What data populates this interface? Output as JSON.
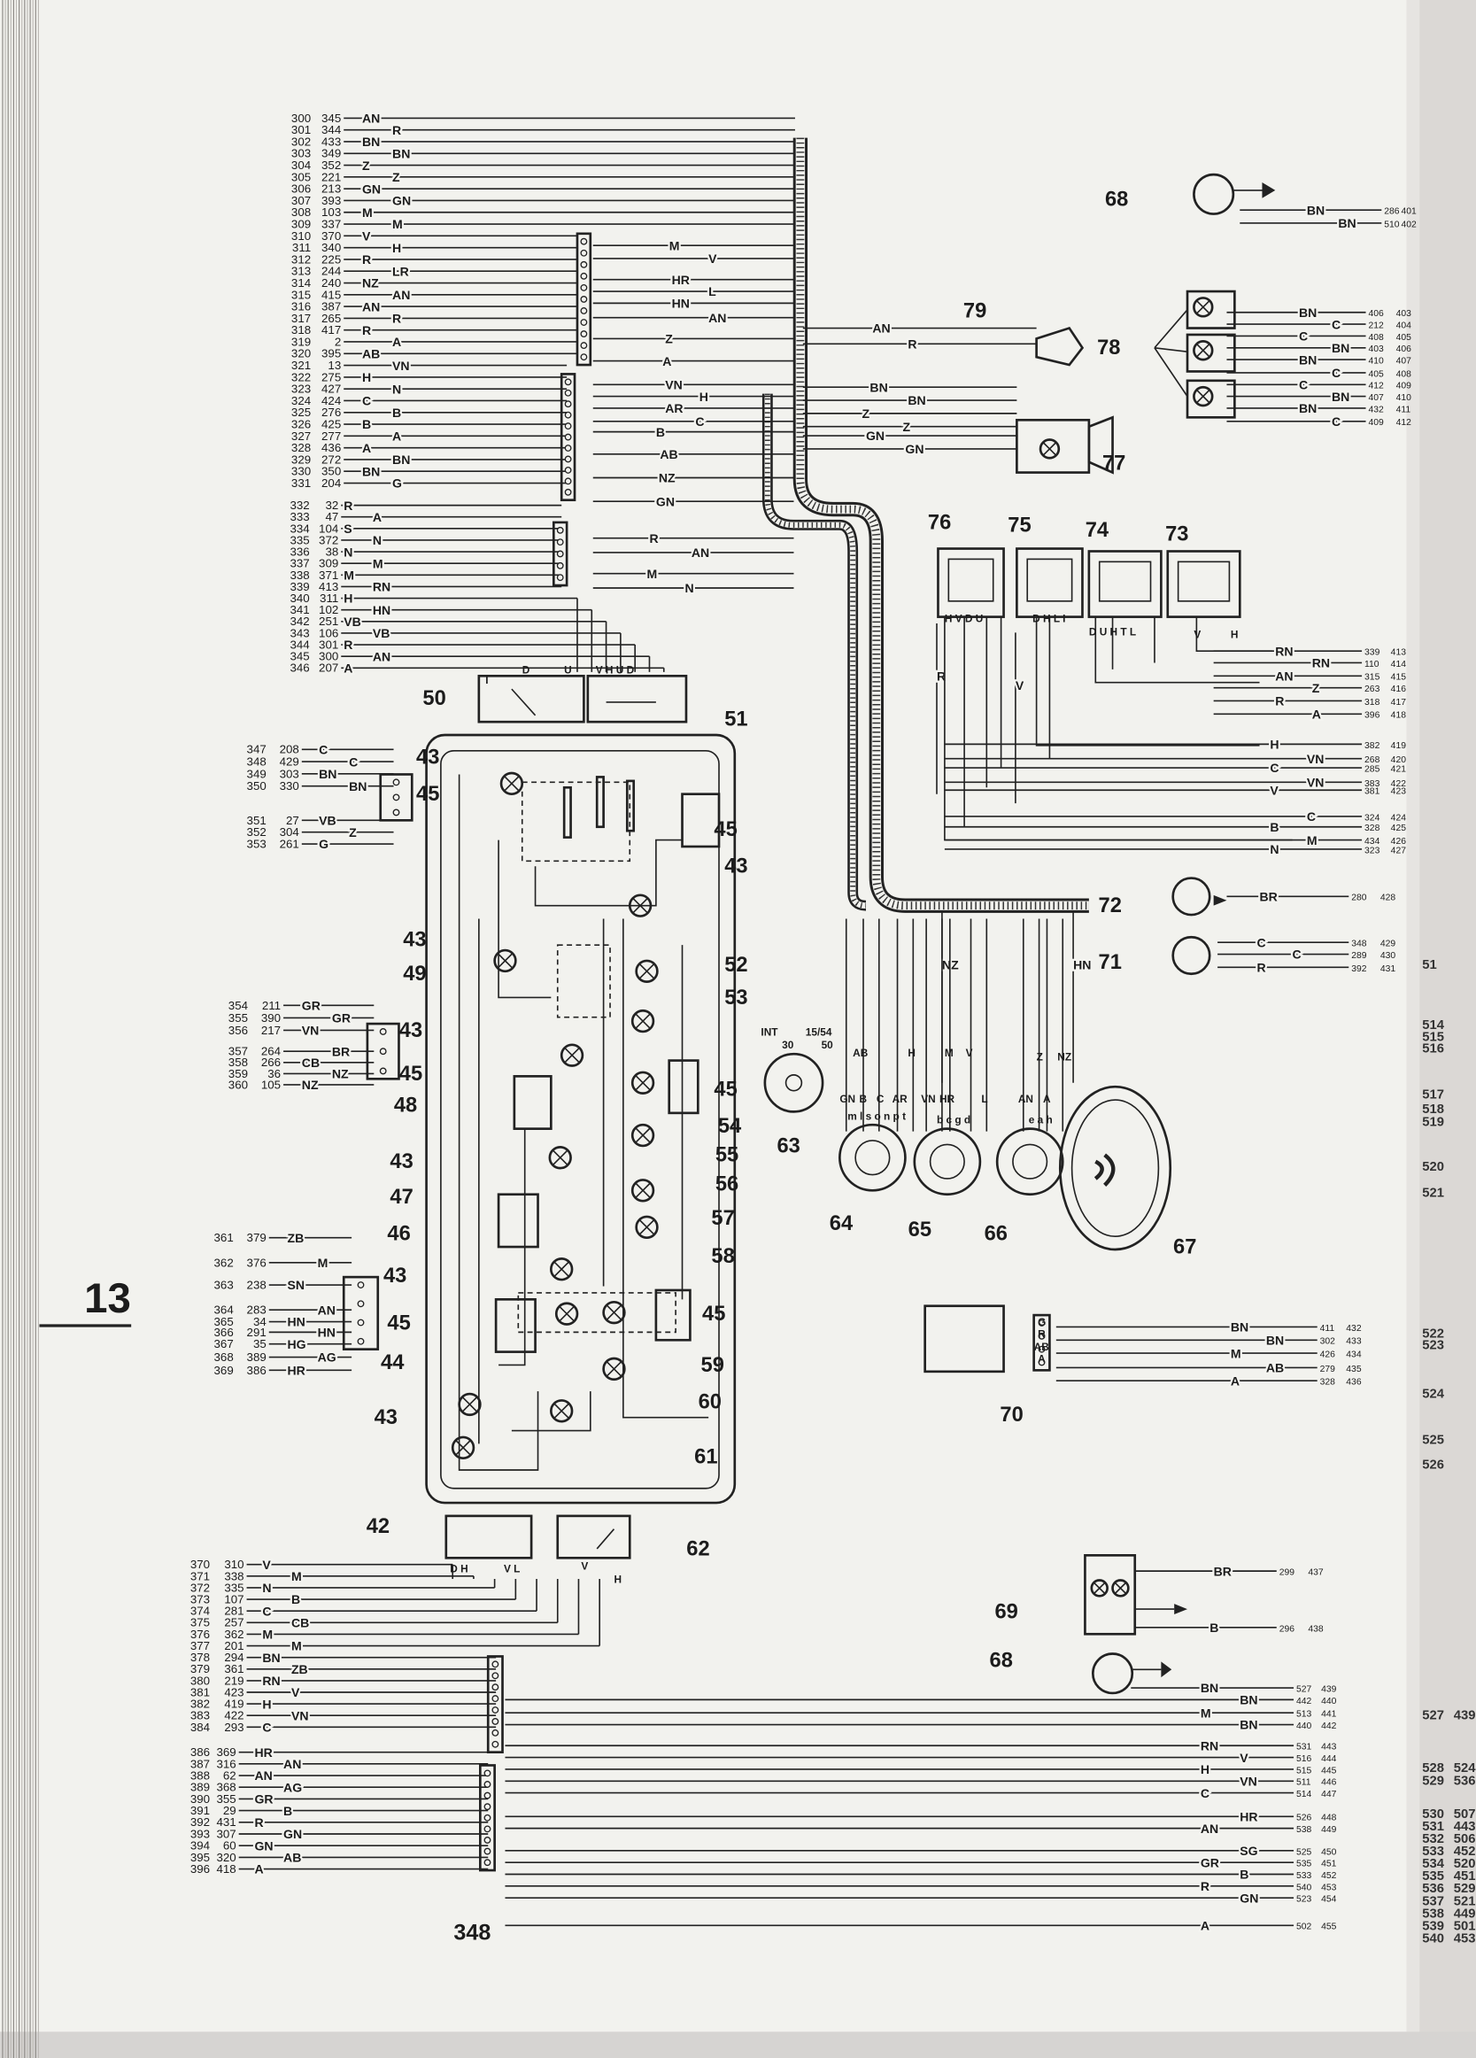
{
  "page": {
    "number": "348",
    "chapter_tab": "13"
  },
  "left_wires": {
    "a": [
      [
        "300",
        "345",
        "AN"
      ],
      [
        "301",
        "344",
        "R"
      ],
      [
        "302",
        "433",
        "BN"
      ],
      [
        "303",
        "349",
        "BN"
      ],
      [
        "304",
        "352",
        "Z"
      ],
      [
        "305",
        "221",
        "Z"
      ],
      [
        "306",
        "213",
        "GN"
      ],
      [
        "307",
        "393",
        "GN"
      ],
      [
        "308",
        "103",
        "M"
      ],
      [
        "309",
        "337",
        "M"
      ],
      [
        "310",
        "370",
        "V"
      ],
      [
        "311",
        "340",
        "H"
      ],
      [
        "312",
        "225",
        "R"
      ],
      [
        "313",
        "244",
        "LR"
      ],
      [
        "314",
        "240",
        "NZ"
      ],
      [
        "315",
        "415",
        "AN"
      ],
      [
        "316",
        "387",
        "AN"
      ],
      [
        "317",
        "265",
        "R"
      ],
      [
        "318",
        "417",
        "R"
      ],
      [
        "319",
        "2",
        "A"
      ],
      [
        "320",
        "395",
        "AB"
      ],
      [
        "321",
        "13",
        "VN"
      ],
      [
        "322",
        "275",
        "H"
      ],
      [
        "323",
        "427",
        "N"
      ],
      [
        "324",
        "424",
        "C"
      ],
      [
        "325",
        "276",
        "B"
      ],
      [
        "326",
        "425",
        "B"
      ],
      [
        "327",
        "277",
        "A"
      ],
      [
        "328",
        "436",
        "A"
      ],
      [
        "329",
        "272",
        "BN"
      ],
      [
        "330",
        "350",
        "BN"
      ],
      [
        "331",
        "204",
        "G"
      ]
    ],
    "b": [
      [
        "332",
        "32",
        "R"
      ],
      [
        "333",
        "47",
        "A"
      ],
      [
        "334",
        "104",
        "S"
      ],
      [
        "335",
        "372",
        "N"
      ],
      [
        "336",
        "38",
        "N"
      ],
      [
        "337",
        "309",
        "M"
      ],
      [
        "338",
        "371",
        "M"
      ],
      [
        "339",
        "413",
        "RN"
      ],
      [
        "340",
        "311",
        "H"
      ],
      [
        "341",
        "102",
        "HN"
      ],
      [
        "342",
        "251",
        "VB"
      ],
      [
        "343",
        "106",
        "VB"
      ],
      [
        "344",
        "301",
        "R"
      ],
      [
        "345",
        "300",
        "AN"
      ],
      [
        "346",
        "207",
        "A"
      ]
    ],
    "c": [
      [
        "347",
        "208",
        "C"
      ],
      [
        "348",
        "429",
        "C"
      ],
      [
        "349",
        "303",
        "BN"
      ],
      [
        "350",
        "330",
        "BN"
      ],
      [
        "351",
        "27",
        "VB"
      ],
      [
        "352",
        "304",
        "Z"
      ],
      [
        "353",
        "261",
        "G"
      ]
    ],
    "d": [
      [
        "354",
        "211",
        "GR"
      ],
      [
        "355",
        "390",
        "GR"
      ],
      [
        "356",
        "217",
        "VN"
      ],
      [
        "357",
        "264",
        "BR"
      ],
      [
        "358",
        "266",
        "CB"
      ],
      [
        "359",
        "36",
        "NZ"
      ],
      [
        "360",
        "105",
        "NZ"
      ]
    ],
    "e": [
      [
        "361",
        "379",
        "ZB"
      ],
      [
        "362",
        "376",
        "M"
      ],
      [
        "363",
        "238",
        "SN"
      ],
      [
        "364",
        "283",
        "AN"
      ],
      [
        "365",
        "34",
        "HN"
      ],
      [
        "366",
        "291",
        "HN"
      ],
      [
        "367",
        "35",
        "HG"
      ],
      [
        "368",
        "389",
        "AG"
      ],
      [
        "369",
        "386",
        "HR"
      ]
    ],
    "f": [
      [
        "370",
        "310",
        "V"
      ],
      [
        "371",
        "338",
        "M"
      ],
      [
        "372",
        "335",
        "N"
      ],
      [
        "373",
        "107",
        "B"
      ],
      [
        "374",
        "281",
        "C"
      ],
      [
        "375",
        "257",
        "CB"
      ],
      [
        "376",
        "362",
        "M"
      ],
      [
        "377",
        "201",
        "M"
      ],
      [
        "378",
        "294",
        "BN"
      ],
      [
        "379",
        "361",
        "ZB"
      ],
      [
        "380",
        "219",
        "RN"
      ],
      [
        "381",
        "423",
        "V"
      ],
      [
        "382",
        "419",
        "H"
      ],
      [
        "383",
        "422",
        "VN"
      ],
      [
        "384",
        "293",
        "C"
      ]
    ],
    "g": [
      [
        "386",
        "369",
        "HR"
      ],
      [
        "387",
        "316",
        "AN"
      ],
      [
        "388",
        "62",
        "AN"
      ],
      [
        "389",
        "368",
        "AG"
      ],
      [
        "390",
        "355",
        "GR"
      ],
      [
        "391",
        "29",
        "B"
      ],
      [
        "392",
        "431",
        "R"
      ],
      [
        "393",
        "307",
        "GN"
      ],
      [
        "394",
        "60",
        "GN"
      ],
      [
        "395",
        "320",
        "AB"
      ],
      [
        "396",
        "418",
        "A"
      ]
    ]
  },
  "right_wires": {
    "horn_68_top": [
      [
        "BN",
        "286",
        "401"
      ],
      [
        "BN",
        "510",
        "402"
      ]
    ],
    "lamps_78": [
      [
        "BN",
        "406",
        "403"
      ],
      [
        "C",
        "212",
        "404"
      ],
      [
        "C",
        "408",
        "405"
      ],
      [
        "BN",
        "403",
        "406"
      ],
      [
        "BN",
        "410",
        "407"
      ],
      [
        "C",
        "405",
        "408"
      ],
      [
        "C",
        "412",
        "409"
      ],
      [
        "BN",
        "407",
        "410"
      ],
      [
        "BN",
        "432",
        "411"
      ],
      [
        "C",
        "409",
        "412"
      ]
    ],
    "switches_73": [
      [
        "RN",
        "339",
        "413"
      ],
      [
        "RN",
        "110",
        "414"
      ],
      [
        "AN",
        "315",
        "415"
      ],
      [
        "Z",
        "263",
        "416"
      ],
      [
        "R",
        "318",
        "417"
      ],
      [
        "A",
        "396",
        "418"
      ]
    ],
    "switches_mid": [
      [
        "H",
        "382",
        "419"
      ],
      [
        "VN",
        "268",
        "420"
      ],
      [
        "C",
        "285",
        "421"
      ],
      [
        "VN",
        "383",
        "422"
      ],
      [
        "V",
        "381",
        "423"
      ],
      [
        "C",
        "324",
        "424"
      ],
      [
        "B",
        "328",
        "425"
      ],
      [
        "M",
        "434",
        "426"
      ],
      [
        "N",
        "323",
        "427"
      ]
    ],
    "unit_72": [
      [
        "BR",
        "280",
        "428"
      ]
    ],
    "unit_71": [
      [
        "C",
        "348",
        "429"
      ],
      [
        "C",
        "289",
        "430"
      ],
      [
        "R",
        "392",
        "431"
      ]
    ],
    "unit_70": [
      [
        "BN",
        "411",
        "432"
      ],
      [
        "BN",
        "302",
        "433"
      ],
      [
        "M",
        "426",
        "434"
      ],
      [
        "AB",
        "279",
        "435"
      ],
      [
        "A",
        "328",
        "436"
      ]
    ],
    "unit_69": [
      [
        "BR",
        "299",
        "437"
      ],
      [
        "B",
        "296",
        "438"
      ]
    ],
    "bottom": [
      [
        "BN",
        "527",
        "439"
      ],
      [
        "BN",
        "442",
        "440"
      ],
      [
        "M",
        "513",
        "441"
      ],
      [
        "BN",
        "440",
        "442"
      ],
      [
        "RN",
        "531",
        "443"
      ],
      [
        "V",
        "516",
        "444"
      ],
      [
        "H",
        "515",
        "445"
      ],
      [
        "VN",
        "511",
        "446"
      ],
      [
        "C",
        "514",
        "447"
      ],
      [
        "HR",
        "526",
        "448"
      ],
      [
        "AN",
        "538",
        "449"
      ],
      [
        "SG",
        "525",
        "450"
      ],
      [
        "GR",
        "535",
        "451"
      ],
      [
        "B",
        "533",
        "452"
      ],
      [
        "R",
        "540",
        "453"
      ],
      [
        "GN",
        "523",
        "454"
      ],
      [
        "A",
        "502",
        "455"
      ]
    ]
  },
  "harness_labels": [
    "M",
    "V",
    "HR",
    "L",
    "HN",
    "AN",
    "Z",
    "A",
    "VN",
    "H",
    "AR",
    "C",
    "B",
    "AB",
    "NZ",
    "GN",
    "R",
    "AN",
    "M",
    "N",
    "AN",
    "R",
    "BN",
    "BN",
    "Z",
    "Z",
    "GN",
    "GN",
    "R",
    "V",
    "NZ",
    "HN"
  ],
  "components": [
    "68",
    "79",
    "78",
    "77",
    "76",
    "75",
    "74",
    "73",
    "50",
    "51",
    "43",
    "45",
    "45",
    "43",
    "43",
    "49",
    "52",
    "53",
    "43",
    "45",
    "48",
    "45",
    "54",
    "55",
    "56",
    "57",
    "58",
    "43",
    "47",
    "46",
    "43",
    "45",
    "45",
    "44",
    "59",
    "60",
    "43",
    "61",
    "42",
    "62",
    "63",
    "64",
    "65",
    "66",
    "67",
    "72",
    "71",
    "70",
    "69",
    "68"
  ],
  "pin_labels": [
    "INT",
    "30",
    "15/54",
    "50",
    "GN",
    "B",
    "AB",
    "C",
    "AR",
    "H",
    "VN",
    "m l s o n p t",
    "HR",
    "M",
    "V",
    "L",
    "b c g d",
    "AN",
    "Z",
    "A",
    "NZ",
    "e a h",
    "H V D U",
    "D H L I",
    "D U H T L",
    "V",
    "H",
    "I",
    "D",
    "U",
    "V H U D",
    "D H",
    "V L",
    "V",
    "H",
    "G",
    "R",
    "AB",
    "A"
  ],
  "facing_page_refs": [
    [
      "51",
      ""
    ],
    [
      "514",
      ""
    ],
    [
      "515",
      ""
    ],
    [
      "516",
      ""
    ],
    [
      "517",
      ""
    ],
    [
      "518",
      ""
    ],
    [
      "519",
      ""
    ],
    [
      "520",
      ""
    ],
    [
      "521",
      ""
    ],
    [
      "522",
      ""
    ],
    [
      "523",
      ""
    ],
    [
      "524",
      ""
    ],
    [
      "525",
      ""
    ],
    [
      "526",
      ""
    ],
    [
      "527",
      "439"
    ],
    [
      "528",
      "524"
    ],
    [
      "529",
      "536"
    ],
    [
      "530",
      "507"
    ],
    [
      "531",
      "443"
    ],
    [
      "532",
      "506"
    ],
    [
      "533",
      "452"
    ],
    [
      "534",
      "520"
    ],
    [
      "535",
      "451"
    ],
    [
      "536",
      "529"
    ],
    [
      "537",
      "521"
    ],
    [
      "538",
      "449"
    ],
    [
      "539",
      "501"
    ],
    [
      "540",
      "453"
    ]
  ]
}
